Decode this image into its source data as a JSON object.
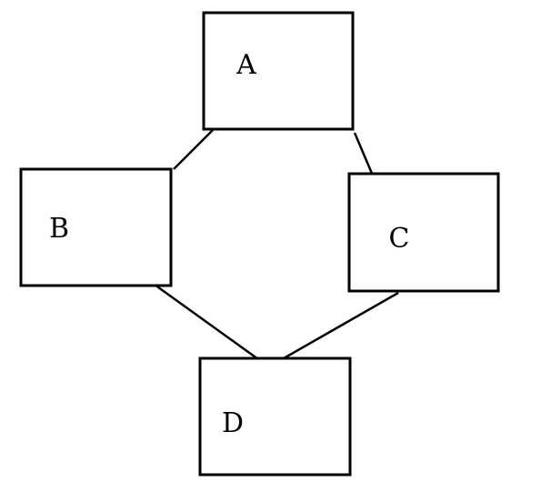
{
  "diagram": {
    "nodes": {
      "a": {
        "label": "A"
      },
      "b": {
        "label": "B"
      },
      "c": {
        "label": "C"
      },
      "d": {
        "label": "D"
      }
    },
    "edges": [
      {
        "from": "A",
        "to": "B"
      },
      {
        "from": "A",
        "to": "C"
      },
      {
        "from": "B",
        "to": "D"
      },
      {
        "from": "C",
        "to": "D"
      }
    ]
  }
}
